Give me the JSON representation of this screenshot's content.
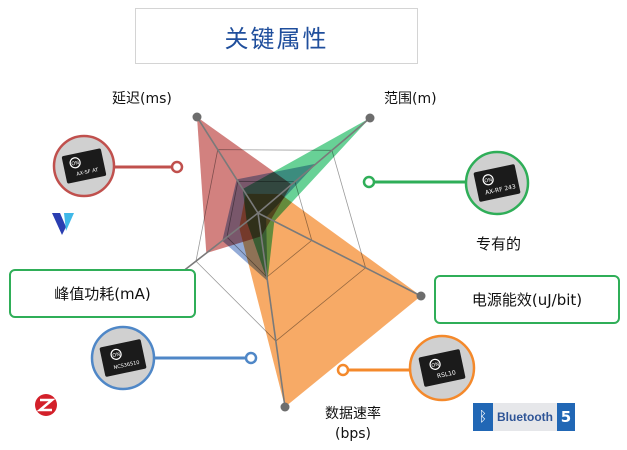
{
  "title": "关键属性",
  "chart_data": {
    "type": "radar",
    "axes": [
      {
        "id": "latency",
        "label": "延迟(ms)"
      },
      {
        "id": "range",
        "label": "范围(m)"
      },
      {
        "id": "energy",
        "label": "电源能效(uJ/bit)"
      },
      {
        "id": "datarate",
        "label": "数据速率",
        "label2": "(bps)"
      },
      {
        "id": "peakpower",
        "label": "峰值功耗(mA)"
      }
    ],
    "series": [
      {
        "color": "#c0504d",
        "values": [
          1.0,
          0.3,
          0.08,
          0.12,
          0.55
        ]
      },
      {
        "color": "#2ebf6e",
        "values": [
          0.25,
          1.0,
          0.1,
          0.35,
          0.12
        ]
      },
      {
        "color": "#f4892b",
        "values": [
          0.2,
          0.2,
          1.0,
          1.0,
          0.2
        ]
      },
      {
        "color": "#6f8fc9",
        "values": [
          0.35,
          0.52,
          0.05,
          0.35,
          0.38
        ]
      }
    ],
    "grid": true
  },
  "proprietary_label": "专有的",
  "bluetooth_badge": {
    "rune": "ᛒ",
    "word": "Bluetooth",
    "version": "5"
  },
  "chip_markings": {
    "sigfox": "AX-SF  AT",
    "proprietary": "AX-RF 243",
    "zigbee": "NCS36510",
    "ble": "RSL10",
    "logo": "ON"
  },
  "icons": [
    "sigfox-logo-icon",
    "zigbee-logo-icon",
    "bluetooth-icon"
  ]
}
